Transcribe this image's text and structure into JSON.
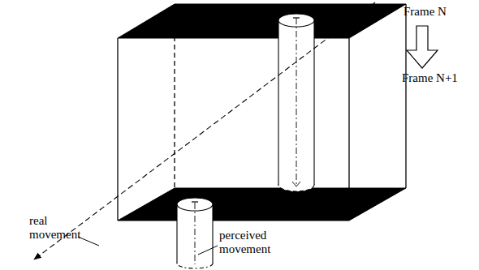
{
  "diagram": {
    "labels": [
      "Frame N",
      "Frame N+1",
      "real movement",
      "perceived movement"
    ]
  }
}
